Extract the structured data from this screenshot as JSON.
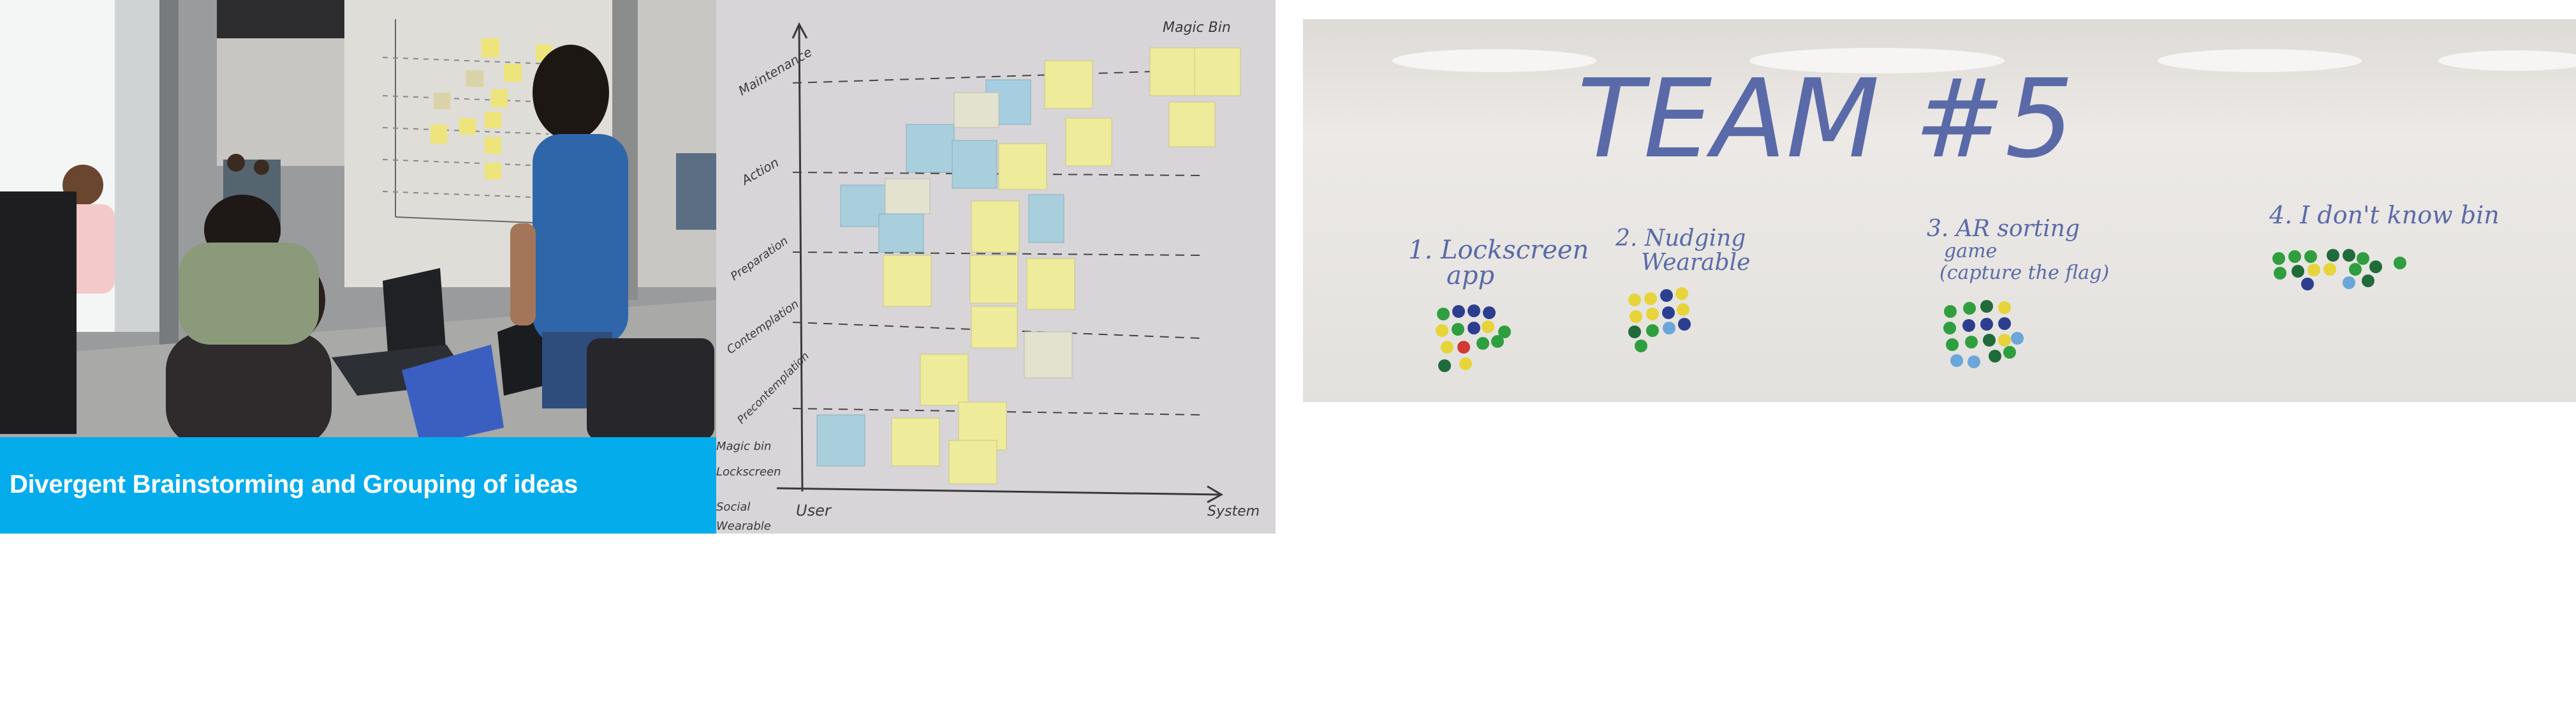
{
  "caption": {
    "text": "Divergent Brainstorming and Grouping of ideas",
    "bar_color": "#04acec"
  },
  "whiteboard_axis": {
    "rows": [
      "Maintenance",
      "Action",
      "Preparation",
      "Contemplation",
      "Precontemplation"
    ],
    "bottom_left": [
      "Magic bin",
      "Lockscreen",
      "Social",
      "Wearable"
    ],
    "x_start": "User",
    "x_end": "System",
    "top_right": "Magic Bin"
  },
  "team_board": {
    "title": "TEAM #5",
    "groups": [
      {
        "label_line1": "1. Lockscreen",
        "label_line2": "app",
        "label_line3": ""
      },
      {
        "label_line1": "2. Nudging",
        "label_line2": "Wearable",
        "label_line3": ""
      },
      {
        "label_line1": "3. AR sorting",
        "label_line2": "game",
        "label_line3": "(capture the flag)"
      },
      {
        "label_line1": "4. I don't know bin",
        "label_line2": "",
        "label_line3": ""
      }
    ]
  },
  "colors": {
    "sticky_yellow": "#efeb9a",
    "sticky_blue": "#a9cfdc",
    "dot_green": "#2f9e3f",
    "dot_darkgreen": "#1f6b3a",
    "dot_navy": "#2c3e8f",
    "dot_yellow": "#e6d43a",
    "dot_red": "#d23a32",
    "dot_lightblue": "#6aa6d9"
  }
}
